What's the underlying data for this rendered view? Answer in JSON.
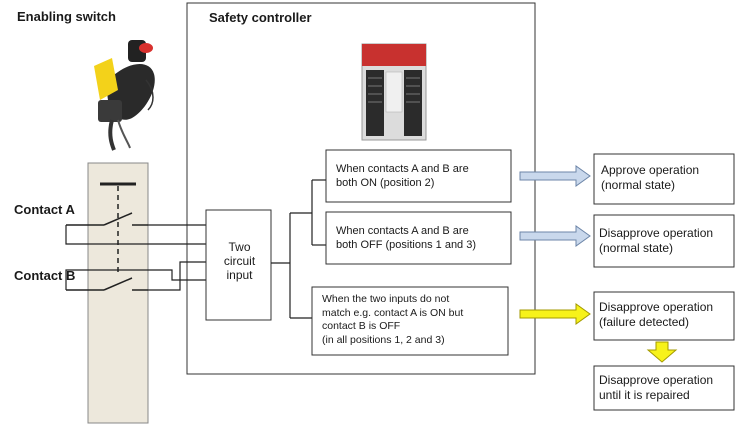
{
  "labels": {
    "enabling_switch": "Enabling switch",
    "safety_controller": "Safety controller",
    "contact_a": "Contact A",
    "contact_b": "Contact B",
    "two_circuit_input": [
      "Two",
      "circuit",
      "input"
    ]
  },
  "conditions": [
    {
      "lines": [
        "When contacts A and B are",
        "both ON (position 2)"
      ]
    },
    {
      "lines": [
        "When contacts A and B are",
        "both OFF (positions 1 and 3)"
      ]
    },
    {
      "lines": [
        "When the two inputs do not",
        "match e.g. contact A is ON but",
        "contact B is OFF",
        "(in all positions 1, 2 and 3)"
      ]
    }
  ],
  "results": [
    {
      "lines": [
        "Approve operation",
        "(normal state)"
      ]
    },
    {
      "lines": [
        "Disapprove operation",
        "(normal state)"
      ]
    },
    {
      "lines": [
        "Disapprove operation",
        "(failure detected)"
      ]
    },
    {
      "lines": [
        "Disapprove operation",
        "until it is repaired"
      ]
    }
  ],
  "colors": {
    "arrow_blue": "#c9d8ec",
    "arrow_yellow": "#f7f21a",
    "switch_panel": "#ede8dc"
  }
}
